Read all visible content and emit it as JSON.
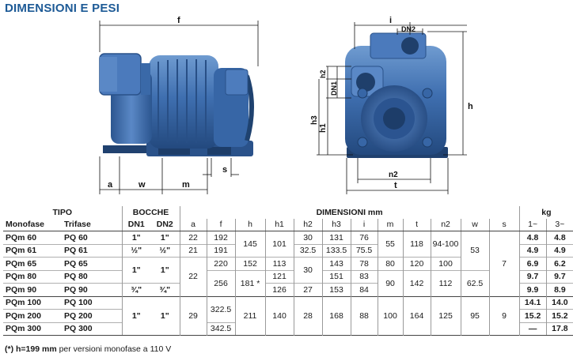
{
  "title": "DIMENSIONI E PESI",
  "drawing_labels": {
    "f": "f",
    "a": "a",
    "w": "w",
    "m": "m",
    "s": "s",
    "i": "i",
    "dn2": "DN2",
    "dn1": "DN1",
    "h2": "h2",
    "h3": "h3",
    "h1": "h1",
    "h": "h",
    "n2": "n2",
    "t": "t"
  },
  "table": {
    "header_tipo": "TIPO",
    "header_bocche": "BOCCHE",
    "header_dimensioni": "DIMENSIONI mm",
    "header_kg": "kg",
    "sub_monofase": "Monofase",
    "sub_trifase": "Trifase",
    "sub_dn1": "DN1",
    "sub_dn2": "DN2",
    "dims": [
      "a",
      "f",
      "h",
      "h1",
      "h2",
      "h3",
      "i",
      "m",
      "t",
      "n2",
      "w",
      "s"
    ],
    "kg_1": "1~",
    "kg_3": "3~",
    "rows": [
      {
        "mono": "PQm 60",
        "tri": "PQ 60",
        "dn1": "1\"",
        "dn2": "1\"",
        "a": "22",
        "f": "192",
        "h": "145",
        "h1": "101",
        "h2": "30",
        "h3": "131",
        "i": "76",
        "m": "55",
        "t": "118",
        "n2": "94-100",
        "w": "53",
        "s": "7",
        "kg1": "4.8",
        "kg3": "4.8"
      },
      {
        "mono": "PQm 61",
        "tri": "PQ 61",
        "dn1": "½\"",
        "dn2": "½\"",
        "a": "21",
        "f": "191",
        "h2": "32.5",
        "h3": "133.5",
        "i": "75.5",
        "kg1": "4.9",
        "kg3": "4.9"
      },
      {
        "mono": "PQm 65",
        "tri": "PQ 65",
        "dn1": "1\"",
        "dn2": "1\"",
        "a": "22",
        "f": "220",
        "h": "152",
        "h1": "113",
        "h2": "30",
        "h3": "143",
        "i": "78",
        "m": "80",
        "t": "120",
        "n2": "100",
        "kg1": "6.9",
        "kg3": "6.2"
      },
      {
        "mono": "PQm 80",
        "tri": "PQ 80",
        "f": "256",
        "h": "181 *",
        "h1": "121",
        "h3": "151",
        "i": "83",
        "m": "90",
        "t": "142",
        "n2": "112",
        "w": "62.5",
        "kg1": "9.7",
        "kg3": "9.7"
      },
      {
        "mono": "PQm 90",
        "tri": "PQ 90",
        "dn1": "¾\"",
        "dn2": "¾\"",
        "h1": "126",
        "h2": "27",
        "h3": "153",
        "i": "84",
        "kg1": "9.9",
        "kg3": "8.9"
      },
      {
        "mono": "PQm 100",
        "tri": "PQ 100",
        "dn1": "1\"",
        "dn2": "1\"",
        "a": "29",
        "f": "322.5",
        "h": "211",
        "h1": "140",
        "h2": "28",
        "h3": "168",
        "i": "88",
        "m": "100",
        "t": "164",
        "n2": "125",
        "w": "95",
        "s": "9",
        "kg1": "14.1",
        "kg3": "14.0"
      },
      {
        "mono": "PQm 200",
        "tri": "PQ 200",
        "kg1": "15.2",
        "kg3": "15.2"
      },
      {
        "mono": "PQm 300",
        "tri": "PQ 300",
        "f": "342.5",
        "kg1": "—",
        "kg3": "17.8"
      }
    ]
  },
  "footnote_mark": "(*)",
  "footnote_bold": "h=199 mm",
  "footnote_text": " per versioni monofase a 110 V"
}
